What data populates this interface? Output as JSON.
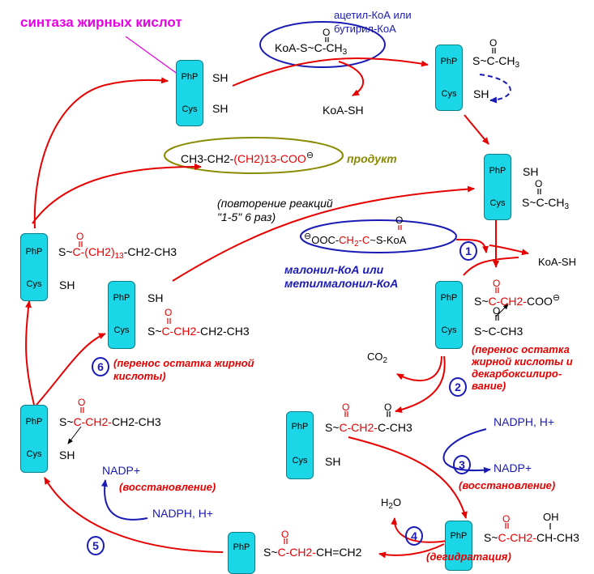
{
  "title": "синтаза жирных кислот",
  "icons": [
    "phosphopantetheine-cysteine-enzyme",
    "circle-step-number"
  ],
  "colors": {
    "enzyme": "#1ad6e6",
    "red": "#e60000",
    "blue": "#1a1ab4",
    "title": "#e600e6",
    "product": "#8a8a00"
  },
  "labels": {
    "php": "PhP",
    "cys": "Cys",
    "sh": "SH"
  },
  "substrate": {
    "acetyl_label_1": "ацетил-КоА или",
    "acetyl_label_2": "бутирил-КоА",
    "formula_a": "KoA-S~C-CH",
    "formula_sub": "3",
    "oxygen": "O",
    "release": "KoA-SH"
  },
  "acetyl_enzyme": {
    "s": "S~C-CH",
    "sub": "3"
  },
  "product": {
    "formula_a": "CH3-CH2-",
    "formula_b": "(CH2)13-COO",
    "charge": "⊖",
    "label": "продукт"
  },
  "repeat": {
    "line1": "(повторение реакций",
    "line2": "\"1-5\" 6 раз)"
  },
  "malonyl": {
    "charge": "⊖",
    "formula_a": "OOC-",
    "formula_b": "CH",
    "formula_sub": "2",
    "formula_c": "-C",
    "formula_d": "~S-KoA",
    "label1": "малонил-КоА или",
    "label2": "метилмалонил-КоА",
    "release": "KoA-SH"
  },
  "acyl_chain": {
    "a": "S~",
    "b": "C-(CH2)",
    "sub": "13",
    "c": "-CH2-CH3"
  },
  "condensed": {
    "row1": "S~C-CH2-COO",
    "row2": "S~C-CH3"
  },
  "steps": {
    "s1": "1",
    "s2": "2",
    "s3": "3",
    "s4": "4",
    "s5": "5",
    "s6": "6",
    "transfer1": "(перенос остатка",
    "transfer2": "жирной кислоты и",
    "transfer3": "декарбоксилиро-",
    "transfer4": "вание)",
    "co2": "CO",
    "co2_sub": "2",
    "nadph": "NADPH, H+",
    "nadp": "NADP+",
    "reduction": "(восстановление)",
    "h2o": "H",
    "h2o_sub": "2",
    "h2o_o": "O",
    "dehydration": "(дегидратация)",
    "step6_1": "(перенос остатка жирной",
    "step6_2": "кислоты)"
  },
  "intermediates": {
    "ketoacyl": "S~C-CH2-C-CH3",
    "hydroxy_a": "S~",
    "hydroxy_b": "C-CH2-",
    "hydroxy_c": "CH-CH3",
    "oh": "OH",
    "enoyl_a": "S~",
    "enoyl_b": "C-CH2-",
    "enoyl_c": "CH=CH2",
    "butyryl_a": "S~",
    "butyryl_b": "C-CH2-",
    "butyryl_c": "CH2-CH3"
  }
}
